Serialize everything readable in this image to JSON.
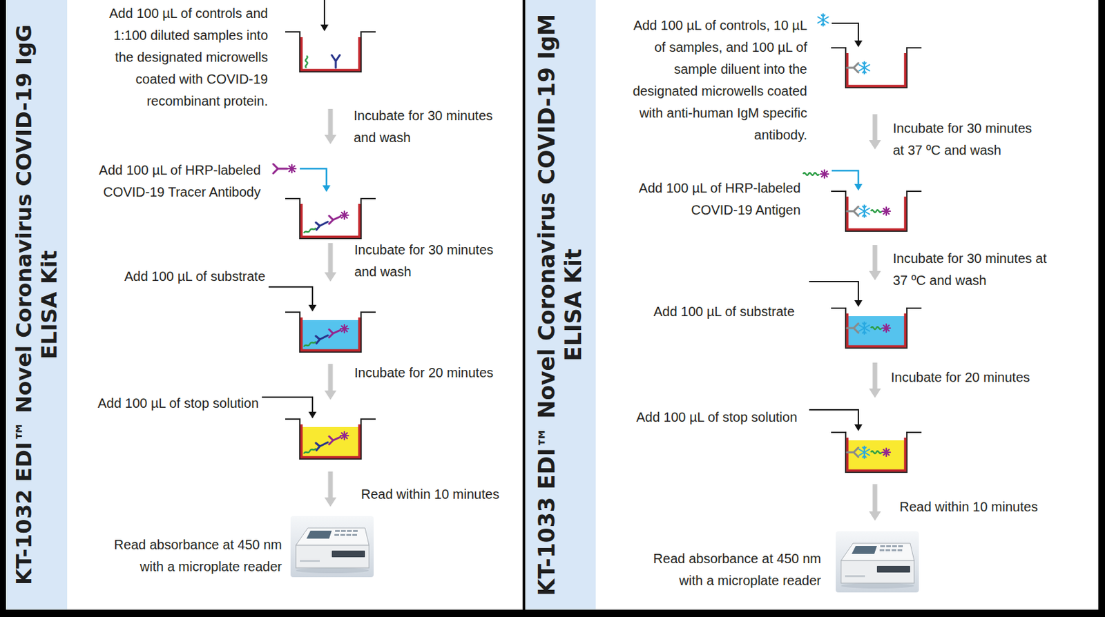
{
  "diagram": {
    "nodes": [
      {
        "text": [
          "KT-1032 EDI™ Novel Coronavirus COVID-19 IgG",
          "ELISA Kit"
        ]
      },
      {
        "text": [
          "KT-1033 EDI™ Novel Coronavirus COVID-19 IgM",
          "ELISA Kit"
        ]
      }
    ],
    "labels": [
      "Add 100 µL of controls and 1:100 diluted samples into the designated microwells coated with COVID-19 recombinant protein.",
      "Incubate for 30 minutes and wash",
      "Add 100 µL of HRP-labeled COVID-19 Tracer Antibody",
      "Incubate for 30 minutes and wash",
      "Add 100 µL of substrate",
      "Incubate for 20 minutes",
      "Add 100 µL of stop solution",
      "Read within 10 minutes",
      "Read absorbance at 450 nm with a microplate reader",
      "Add 100 µL of controls, 10 µL of samples, and 100 µL of sample diluent into the designated microwells coated with anti-human IgM specific antibody.",
      "Incubate for 30 minutes at 37 ºC and wash",
      "Add 100 µL of HRP-labeled COVID-19 Antigen",
      "Incubate for 30 minutes at 37 ºC and wash",
      "Add 100 µL of substrate",
      "Incubate for 20 minutes",
      "Add 100 µL of stop solution",
      "Read within 10 minutes",
      "Read absorbance at 450 nm with a microplate reader"
    ]
  }
}
